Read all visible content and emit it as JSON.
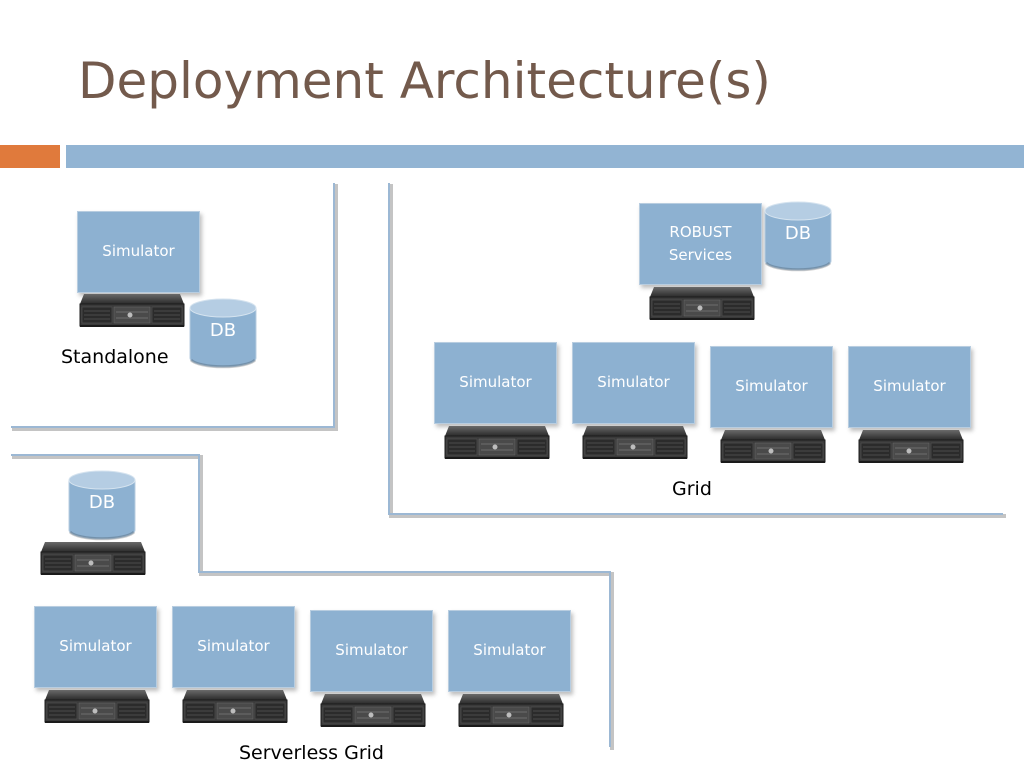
{
  "slide": {
    "title": "Deployment Architecture(s)"
  },
  "standalone": {
    "label": "Standalone",
    "simulator": "Simulator",
    "db": "DB"
  },
  "grid": {
    "label": "Grid",
    "robust_line1": "ROBUST",
    "robust_line2": "Services",
    "db": "DB",
    "simulators": [
      "Simulator",
      "Simulator",
      "Simulator",
      "Simulator"
    ]
  },
  "serverless": {
    "label": "Serverless Grid",
    "db": "DB",
    "simulators": [
      "Simulator",
      "Simulator",
      "Simulator",
      "Simulator"
    ]
  },
  "colors": {
    "title": "#735a4c",
    "accent_orange": "#e07a3c",
    "accent_blue": "#92b4d3",
    "box_fill": "#8db1d1"
  },
  "icons": [
    "server-rack-icon",
    "database-cylinder-icon"
  ]
}
